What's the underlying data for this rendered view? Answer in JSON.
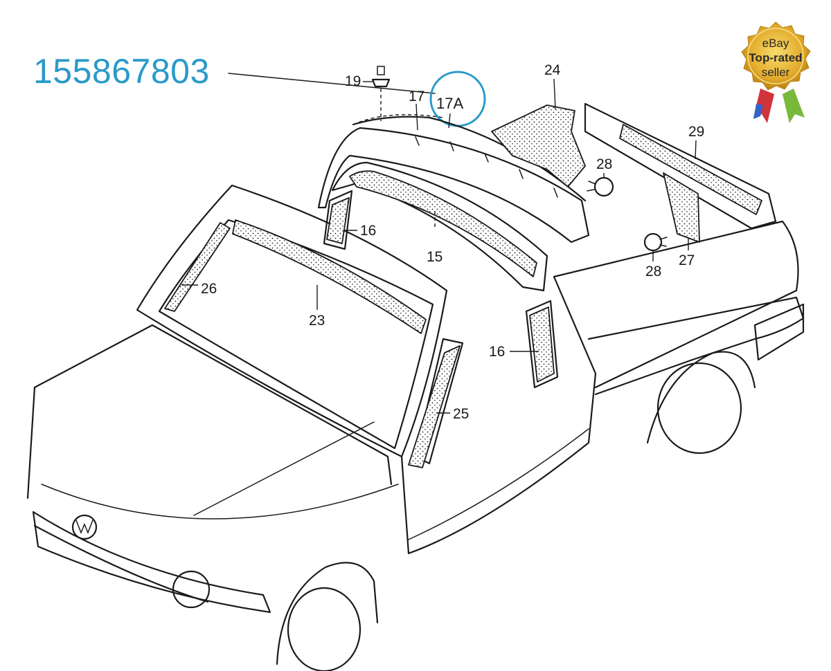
{
  "part_number": "155867803",
  "highlight_label": "17A",
  "callouts": {
    "c19": "19",
    "c17": "17",
    "c24": "24",
    "c29": "29",
    "c28a": "28",
    "c28b": "28",
    "c27": "27",
    "c16a": "16",
    "c15": "15",
    "c26": "26",
    "c23": "23",
    "c16b": "16",
    "c25": "25"
  },
  "badge": {
    "line1": "eBay",
    "line2": "Top-rated",
    "line3": "seller"
  },
  "colors": {
    "part_number": "#2a9ac9",
    "highlight_circle": "#2a9ac9",
    "badge_gold": "#e0a92a",
    "ribbon_red": "#d0343a",
    "ribbon_blue": "#3464c8",
    "ribbon_green": "#78b83a"
  }
}
